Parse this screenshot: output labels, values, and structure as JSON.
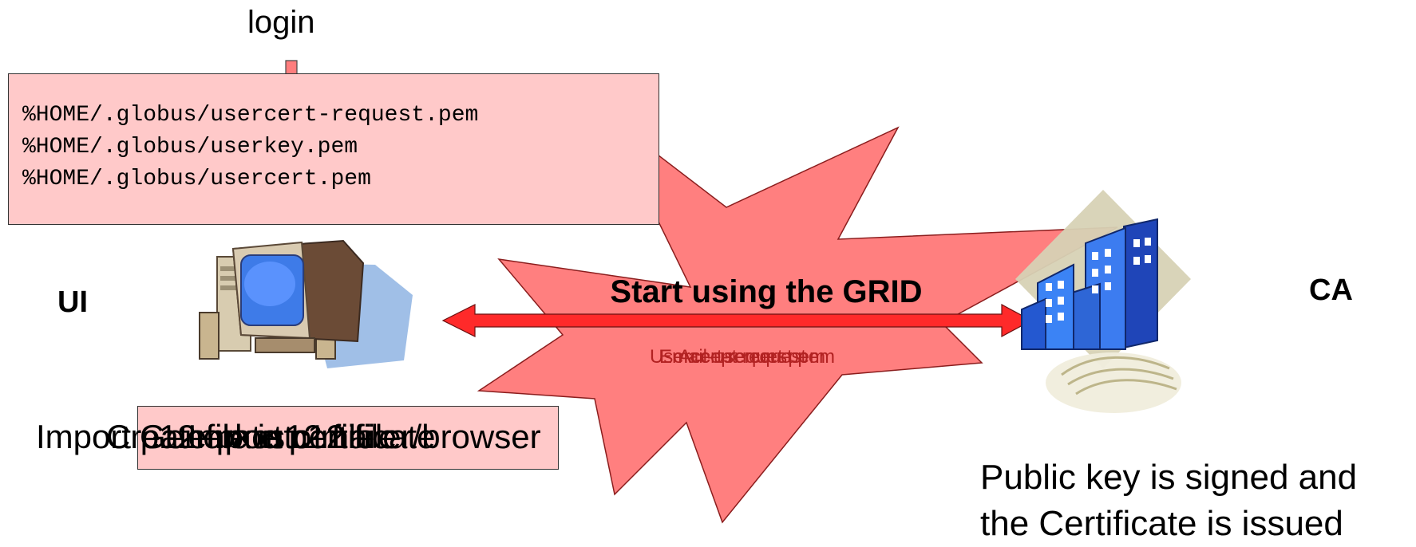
{
  "login_label": "login",
  "paths": [
    "%HOME/.globus/usercert-request.pem",
    "%HOME/.globus/userkey.pem",
    "%HOME/.globus/usercert.pem"
  ],
  "ui_label": "UI",
  "ca_label": "CA",
  "burst_label": "Start using the GRID",
  "arrow_overlap_texts": [
    "Usercert-request.pem",
    "Accept request",
    "Email-usercert.pem"
  ],
  "bottom_overlap_texts": [
    "Import p12 file into mailer/browser",
    "Create pkcs12 file",
    "Generate p12 file",
    "Import certificate"
  ],
  "ca_caption": "Public key is signed and the Certificate is issued",
  "icons": [
    "computer-icon",
    "building-icon",
    "burst-shape",
    "double-arrow-icon",
    "down-arrow-icon"
  ],
  "colors": {
    "box_fill": "#ffc9c9",
    "burst_fill": "#ff7f7f",
    "arrow_fill": "#ff2a2a",
    "overlap_text": "#b22222"
  }
}
